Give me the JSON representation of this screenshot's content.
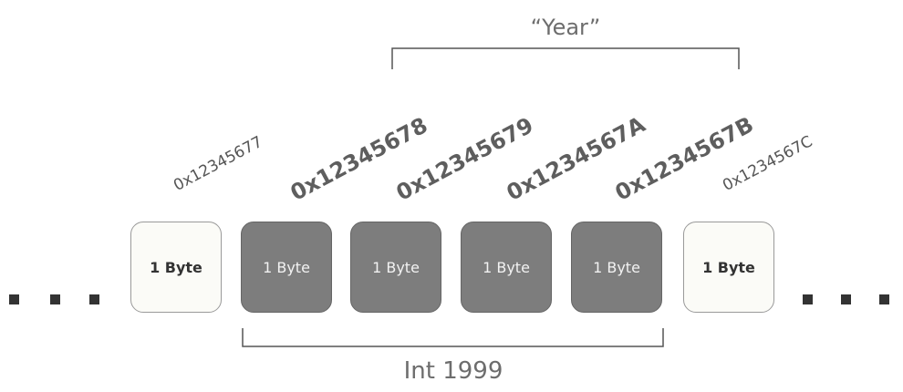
{
  "year_label": "“Year”",
  "int_label": "Int 1999",
  "addresses": [
    "0x12345677",
    "0x12345678",
    "0x12345679",
    "0x1234567A",
    "0x1234567B",
    "0x1234567C"
  ],
  "bytes": [
    {
      "label": "1 Byte",
      "style": "light"
    },
    {
      "label": "1 Byte",
      "style": "dark"
    },
    {
      "label": "1 Byte",
      "style": "dark"
    },
    {
      "label": "1 Byte",
      "style": "dark"
    },
    {
      "label": "1 Byte",
      "style": "dark"
    },
    {
      "label": "1 Byte",
      "style": "light"
    }
  ],
  "colors": {
    "dark_box": "#7d7d7d",
    "light_box": "#fbfbf7",
    "bracket": "#555555",
    "text": "#6d6d6d"
  }
}
